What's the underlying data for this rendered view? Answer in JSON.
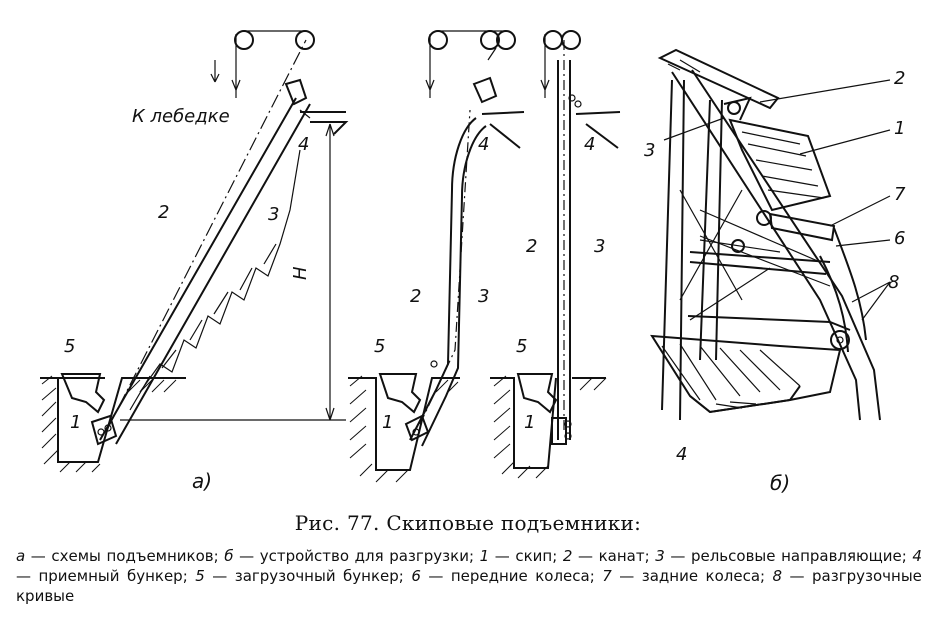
{
  "figure": {
    "winch_label": "К лебедке",
    "height_label": "H",
    "panel_a_label": "a)",
    "panel_b_label": "б)",
    "numbers": {
      "n1": "1",
      "n2": "2",
      "n3": "3",
      "n4": "4",
      "n5": "5",
      "n6": "6",
      "n7": "7",
      "n8": "8"
    }
  },
  "caption": {
    "title": "Рис. 77. Скиповые подъемники:",
    "legend": [
      {
        "key": "а",
        "text": "схемы подъемников;"
      },
      {
        "key": "б",
        "text": "устройство для разгрузки;"
      },
      {
        "key": "1",
        "text": "скип;"
      },
      {
        "key": "2",
        "text": "канат;"
      },
      {
        "key": "3",
        "text": "рельсовые направляющие;"
      },
      {
        "key": "4",
        "text": "приемный бункер;"
      },
      {
        "key": "5",
        "text": "загрузочный бункер;"
      },
      {
        "key": "6",
        "text": "передние колеса;"
      },
      {
        "key": "7",
        "text": "задние колеса;"
      },
      {
        "key": "8",
        "text": "разгрузочные кривые"
      }
    ]
  }
}
